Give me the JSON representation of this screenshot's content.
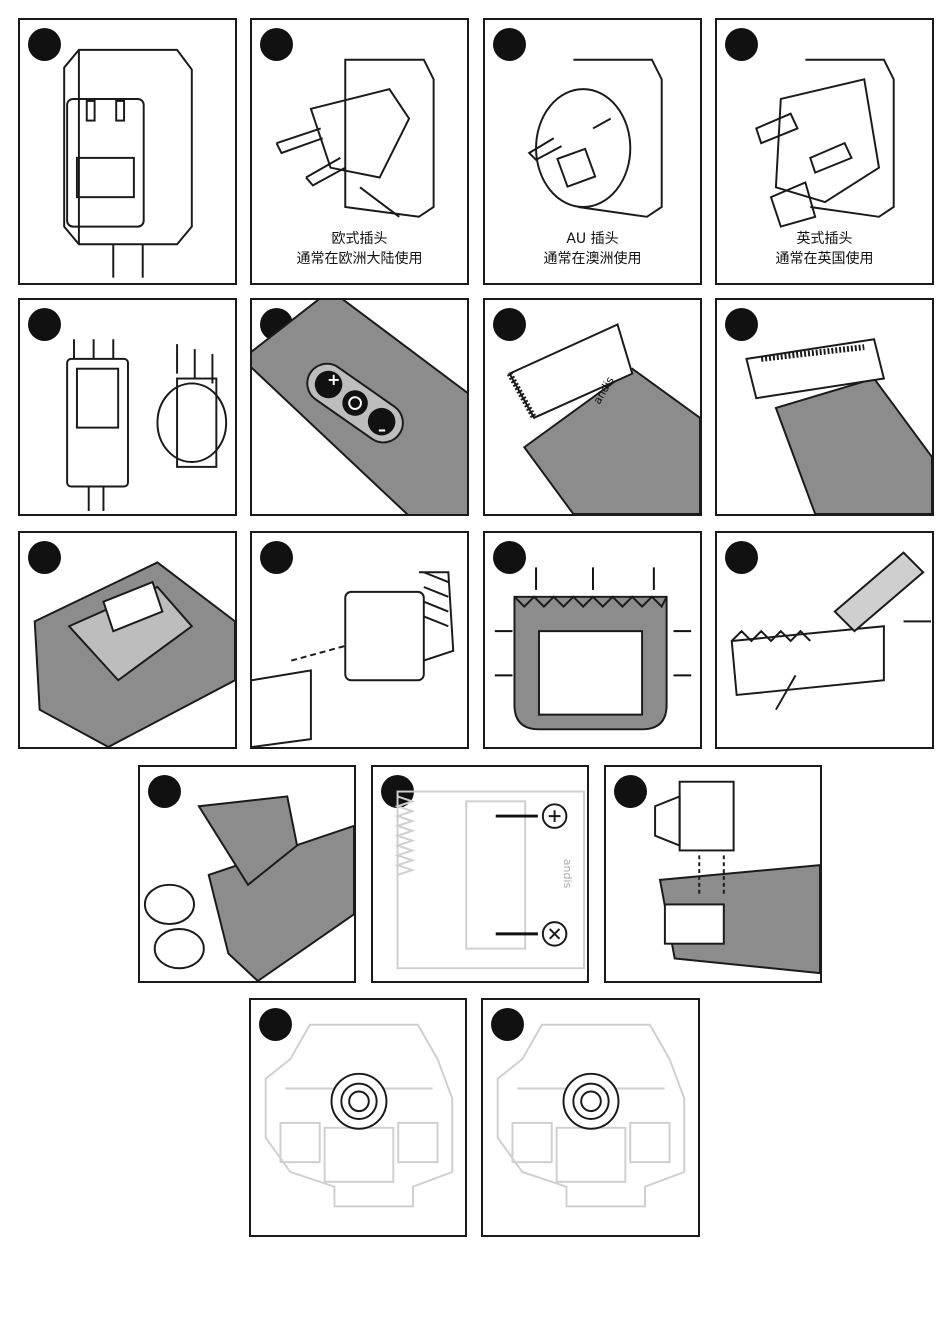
{
  "colors": {
    "ink": "#1a1a1a",
    "grey": "#8c8c8c",
    "light": "#cfcfcf",
    "paper": "#ffffff"
  },
  "plugs": {
    "eu": {
      "title": "欧式插头",
      "subtitle": "通常在欧洲大陆使用"
    },
    "au": {
      "title": "AU 插头",
      "subtitle": "通常在澳洲使用"
    },
    "uk": {
      "title": "英式插头",
      "subtitle": "通常在英国使用"
    }
  },
  "device": {
    "brand": "andis",
    "plus": "+",
    "minus": "–"
  }
}
